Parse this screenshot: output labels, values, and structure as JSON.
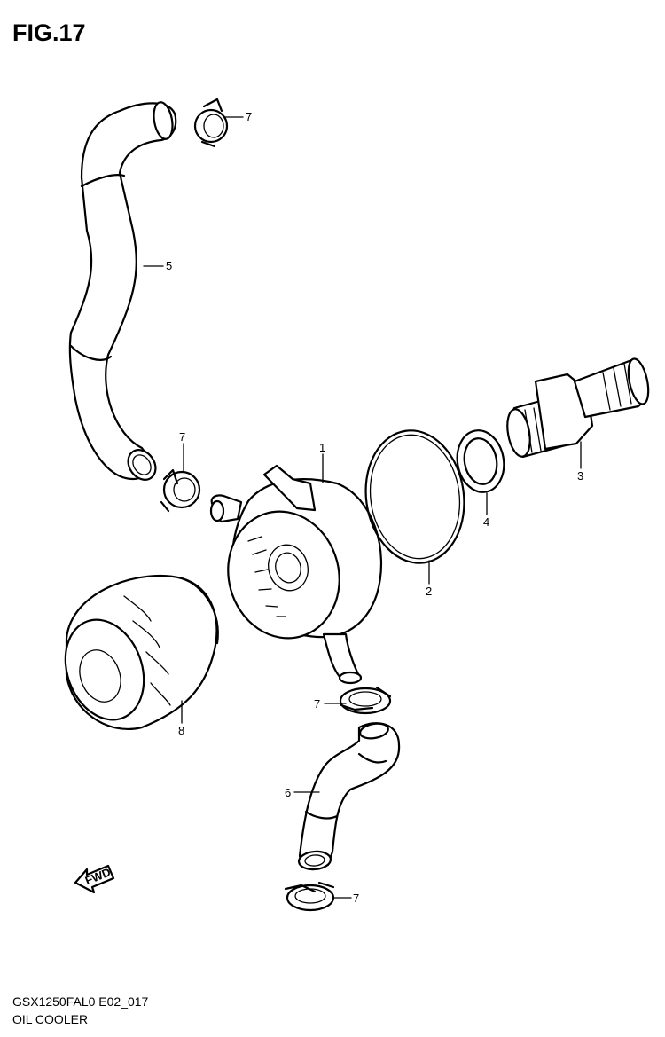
{
  "title": "FIG.17",
  "model_code": "GSX1250FAL0 E02_017",
  "caption": "OIL COOLER",
  "fwd_label": "FWD",
  "callouts": {
    "c1": "1",
    "c2": "2",
    "c3": "3",
    "c4": "4",
    "c5": "5",
    "c6": "6",
    "c7a": "7",
    "c7b": "7",
    "c7c": "7",
    "c7d": "7",
    "c8": "8"
  }
}
